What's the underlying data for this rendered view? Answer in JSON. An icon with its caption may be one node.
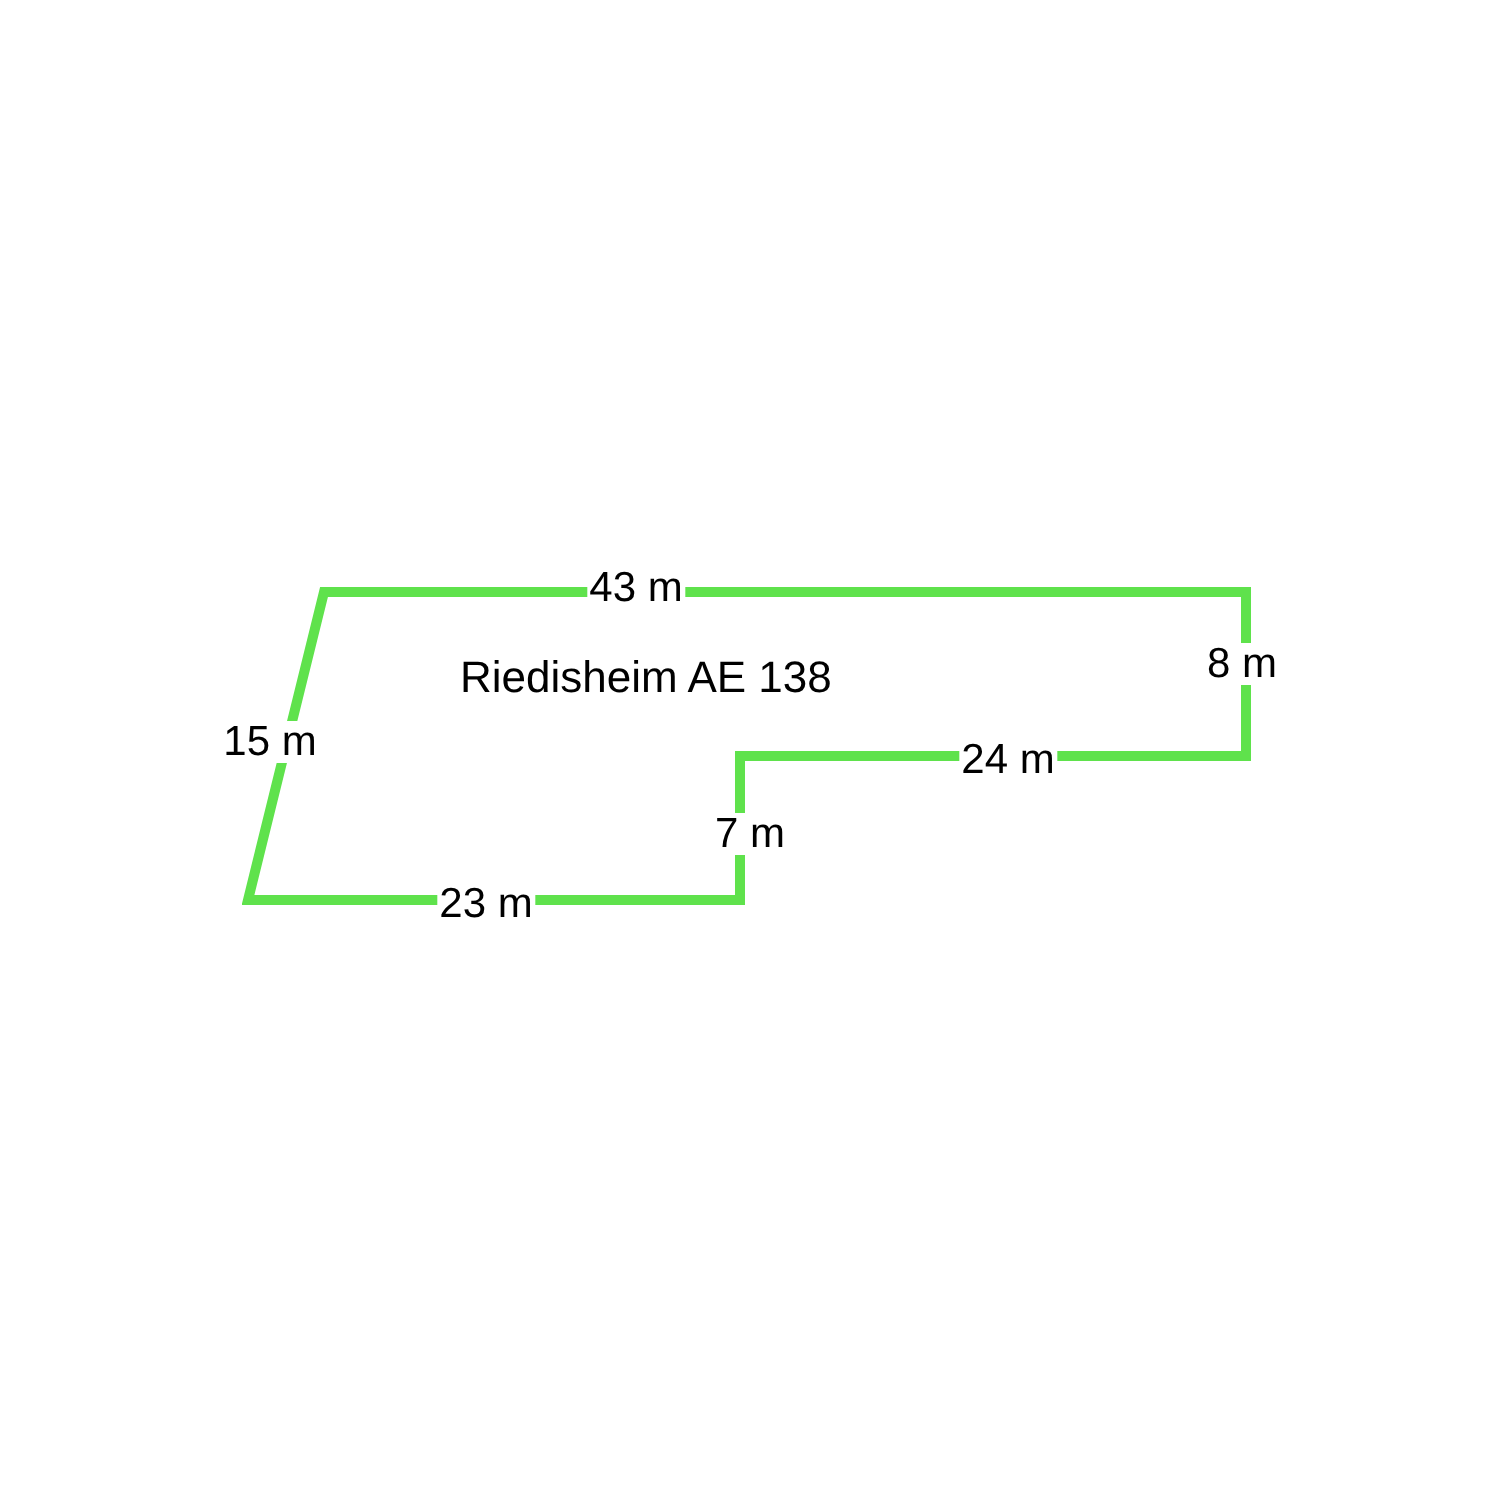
{
  "diagram": {
    "nodes": [
      {
        "text": [
          "Riedisheim AE 138"
        ]
      }
    ],
    "labels": [
      "43 m",
      "8 m",
      "15 m",
      "24 m",
      "7 m",
      "23 m"
    ]
  }
}
